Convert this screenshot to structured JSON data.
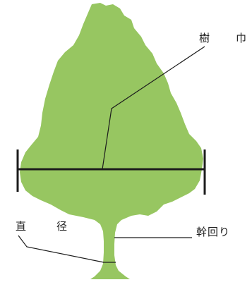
{
  "diagram": {
    "labels": {
      "crown_width": "樹　巾",
      "diameter": "直　径",
      "trunk_girth": "幹回り"
    },
    "colors": {
      "foliage": "#97c661",
      "line": "#1c1c1c"
    }
  }
}
